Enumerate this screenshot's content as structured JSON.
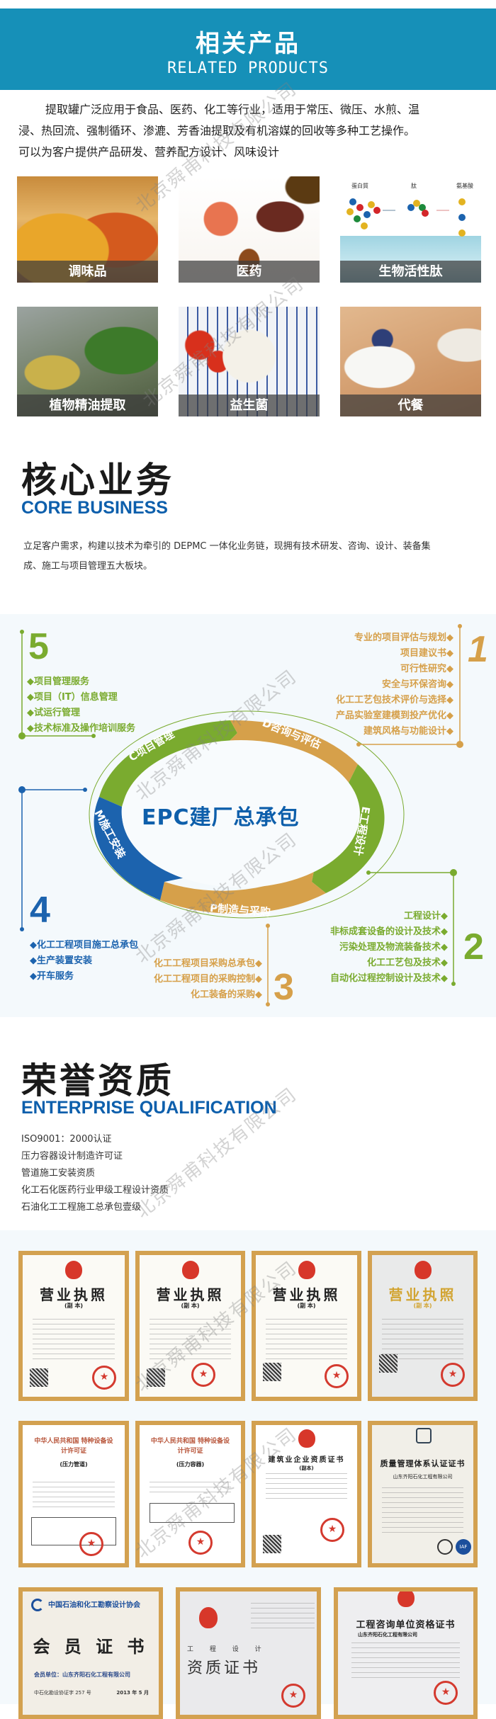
{
  "products_header": {
    "title_cn": "相关产品",
    "title_en": "RELATED PRODUCTS"
  },
  "intro": {
    "line1": "提取罐广泛应用于食品、医药、化工等行业，适用于常压、微压、水煎、温",
    "line2": "浸、热回流、强制循环、渗漉、芳香油提取及有机溶媒的回收等多种工艺操作。",
    "line3": "可以为客户提供产品研发、营养配方设计、风味设计"
  },
  "products": [
    {
      "label": "调味品"
    },
    {
      "label": "医药"
    },
    {
      "label": "生物活性肽",
      "diagram_labels": [
        "蛋白質",
        "肽",
        "氨基酸"
      ]
    },
    {
      "label": "植物精油提取"
    },
    {
      "label": "益生菌"
    },
    {
      "label": "代餐"
    }
  ],
  "core": {
    "title_cn": "核心业务",
    "title_en": "CORE BUSINESS",
    "desc_line1": "立足客户需求，构建以技术为牵引的 DEPMC 一体化业务链，现拥有技术研发、咨询、设计、装备集",
    "desc_line2": "成、施工与项目管理五大板块。"
  },
  "epc": {
    "center": "EPC建厂总承包",
    "segments": {
      "c": "C项目管理",
      "d": "D咨询与评估",
      "e": "E工程设计",
      "p": "P制造与采购",
      "m": "M施工安装"
    },
    "blocks": {
      "b1": {
        "num": "1",
        "items": [
          "专业的项目评估与规划",
          "项目建议书",
          "可行性研究",
          "安全与环保咨询",
          "化工工艺包技术评价与选择",
          "产品实验室建模到投产优化",
          "建筑风格与功能设计"
        ]
      },
      "b2": {
        "num": "2",
        "items": [
          "工程设计",
          "非标成套设备的设计及技术",
          "污染处理及物流装备技术",
          "化工工艺包及技术",
          "自动化过程控制设计及技术"
        ]
      },
      "b3": {
        "num": "3",
        "items": [
          "化工工程项目采购总承包",
          "化工工程项目的采购控制",
          "化工装备的采购"
        ]
      },
      "b4": {
        "num": "4",
        "items": [
          "化工工程项目施工总承包",
          "生产装置安装",
          "开车服务"
        ]
      },
      "b5": {
        "num": "5",
        "items": [
          "项目管理服务",
          "项目（IT）信息管理",
          "试运行管理",
          "技术标准及操作培训服务"
        ]
      }
    },
    "bullet": "◆"
  },
  "honor": {
    "title_cn": "荣誉资质",
    "title_en": "ENTERPRISE QUALIFICATION",
    "items": [
      "ISO9001：2000认证",
      "压力容器设计制造许可证",
      "管道施工安装资质",
      "化工石化医药行业甲级工程设计资质",
      "石油化工工程施工总承包壹级"
    ]
  },
  "certificates": {
    "row1": [
      {
        "title": "营业执照",
        "sub": "(副 本)"
      },
      {
        "title": "营业执照",
        "sub": "(副 本)"
      },
      {
        "title": "营业执照",
        "sub": "(副 本)"
      },
      {
        "title": "营业执照",
        "sub": "(副 本)"
      }
    ],
    "row2": [
      {
        "title": "中华人民共和国 特种设备设计许可证",
        "sub": "(压力管道)"
      },
      {
        "title": "中华人民共和国 特种设备设计许可证",
        "sub": "(压力容器)"
      },
      {
        "title": "建筑业企业资质证书",
        "sub": "(副本)"
      },
      {
        "title": "质量管理体系认证证书",
        "sub": "山东齐阳石化工程有限公司"
      }
    ],
    "row3": [
      {
        "org": "中国石油和化工勘察设计协会",
        "title": "会 员 证 书",
        "member": "会员单位：山东齐阳石化工程有限公司",
        "no": "中石化勘设协证字 257 号",
        "date": "2013 年 5 月"
      },
      {
        "top": "工 程 设 计",
        "title": "资质证书"
      },
      {
        "title": "工程咨询单位资格证书",
        "unit": "山东齐阳石化工程有限公司"
      }
    ]
  },
  "watermark": "北京舜甫科技有限公司",
  "colors": {
    "band": "#1690b8",
    "green": "#7aab2f",
    "gold": "#d6a04a",
    "blue": "#1c63ae",
    "title_blue": "#0d5fac",
    "panel": "#f4f9fc",
    "cert_frame": "#d3a150"
  }
}
